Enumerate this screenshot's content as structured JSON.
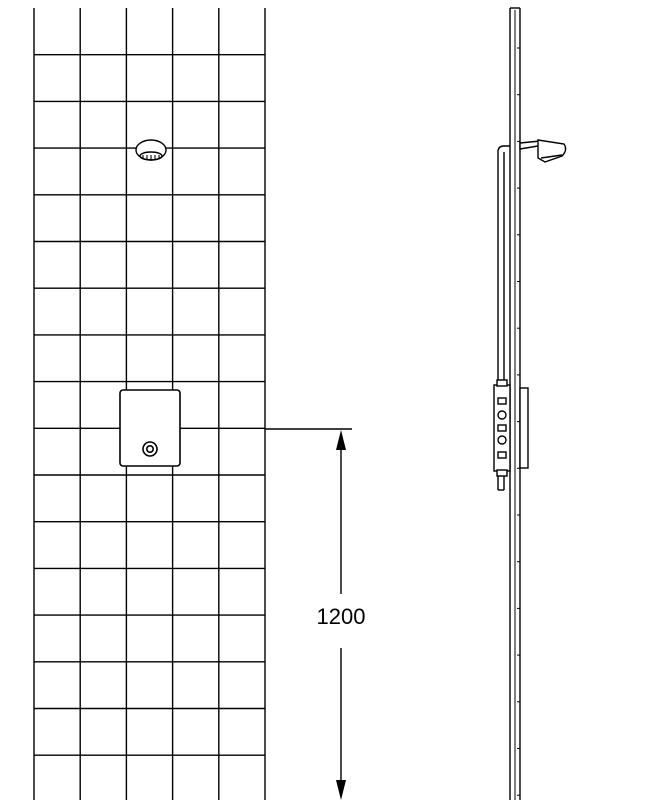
{
  "dimension": {
    "value": "1200"
  },
  "colors": {
    "stroke": "#000000",
    "background": "#ffffff"
  },
  "views": {
    "front": {
      "grid_columns": 5,
      "grid_rows": 17,
      "icon": "wall-tile-grid"
    },
    "side": {
      "icon": "side-profile"
    }
  }
}
